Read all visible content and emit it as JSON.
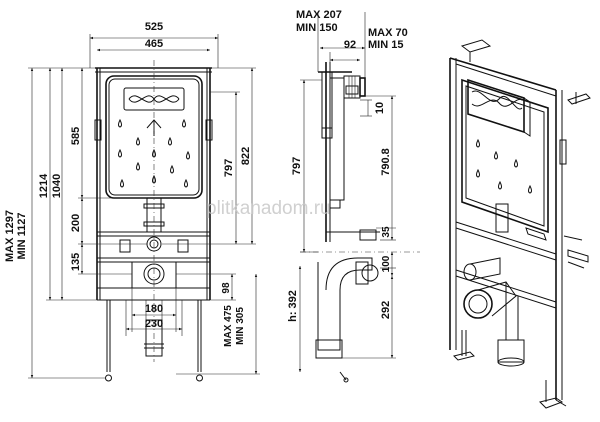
{
  "front_view": {
    "width_outer": "525",
    "width_inner": "465",
    "h_1297": "MAX 1297",
    "h_1127": "MIN 1127",
    "h_1214": "1214",
    "h_1040": "1040",
    "h_585": "585",
    "h_200": "200",
    "h_135": "135",
    "h_797": "797",
    "h_822": "822",
    "w_180": "180",
    "w_230": "230",
    "h_98": "98",
    "h_475": "MAX 475",
    "h_305": "MIN 305"
  },
  "side_view": {
    "depth_max": "MAX 207",
    "depth_min": "MIN 150",
    "d_92": "92",
    "d_max70": "MAX 70",
    "d_min15": "MIN 15",
    "d_10": "10",
    "h_797": "797",
    "h_790_8": "790.8",
    "h_35": "35",
    "h_100": "100",
    "h_292": "292",
    "h_392": "h: 392"
  },
  "watermark": "plitkanadom.ru"
}
